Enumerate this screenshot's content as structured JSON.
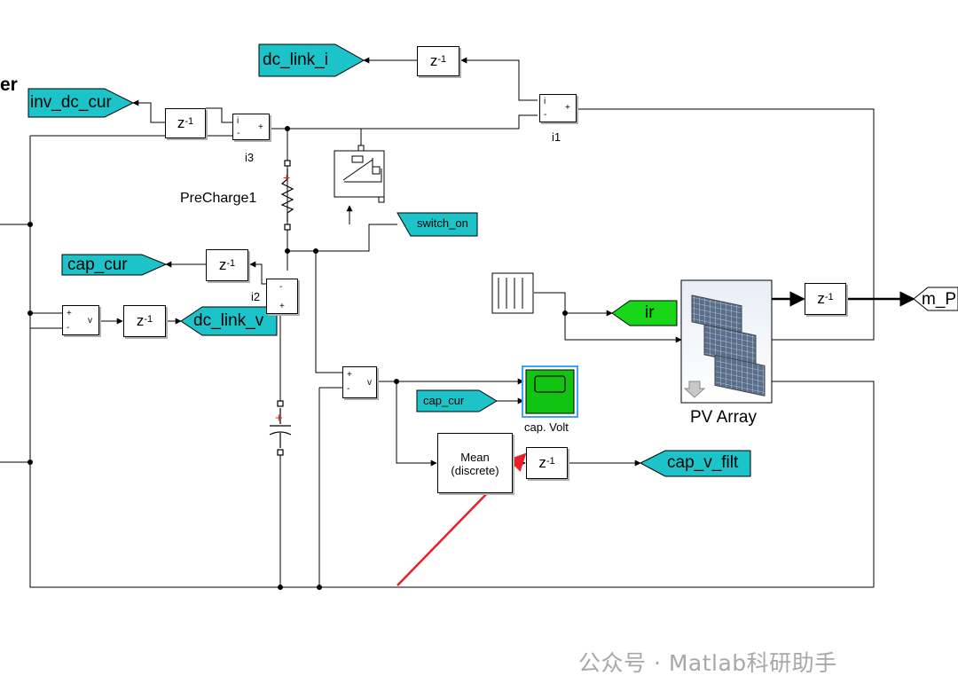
{
  "partial_title": "er",
  "goto_tags": {
    "dc_link_i": "dc_link_i",
    "inv_dc_cur": "inv_dc_cur",
    "cap_cur": "cap_cur",
    "dc_link_v": "dc_link_v",
    "ir": "ir",
    "cap_v_filt": "cap_v_filt",
    "m_P": "m_P"
  },
  "from_tags": {
    "switch_on": "switch_on",
    "cap_cur": "cap_cur"
  },
  "block_labels": {
    "i1": "i1",
    "i3": "i3",
    "i2": "i2",
    "precharge": "PreCharge1",
    "scope": "cap. Volt",
    "pv_array": "PV Array",
    "mean_line1": "Mean",
    "mean_line2": "(discrete)"
  },
  "unit_delay": {
    "base": "z",
    "exp": "-1"
  },
  "port_labels": {
    "plus": "+",
    "minus": "-",
    "current": "i",
    "voltage": "v"
  },
  "watermark": "公众号 · Matlab科研助手",
  "colors": {
    "tag_cyan": "#1cc3c8",
    "tag_green": "#19d619",
    "scope_green": "#12c412",
    "scope_highlight": "#3fa0ff",
    "annotation_arrow": "#e8202a",
    "polarity_red": "#e02020"
  }
}
